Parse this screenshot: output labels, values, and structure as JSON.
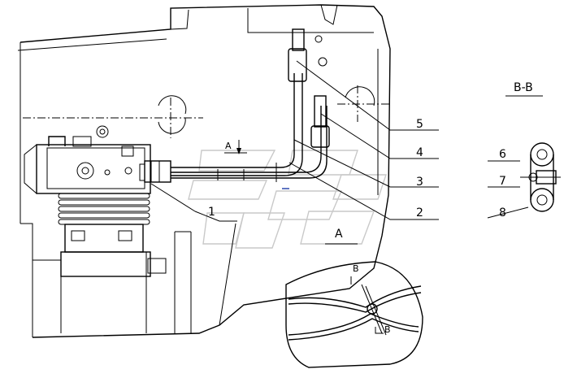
{
  "drawing": {
    "section_title": "B-B",
    "view_arrow_top": "A",
    "view_arrow_bottom": "A",
    "callouts": [
      "1",
      "2",
      "3",
      "4",
      "5",
      "6",
      "7",
      "8"
    ],
    "detail_label_top": "B",
    "detail_label_bottom": "B"
  }
}
